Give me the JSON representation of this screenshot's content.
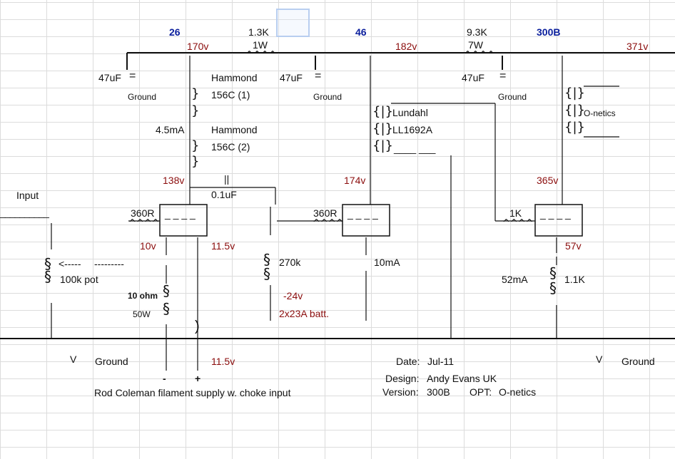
{
  "tubes": {
    "t1": "26",
    "t2": "46",
    "t3": "300B"
  },
  "supply": {
    "r1_value": "1.3K",
    "r1_watt": "1W",
    "r2_value": "9.3K",
    "r2_watt": "7W",
    "resistor_zigzag": "^^^^",
    "rail1": "170v",
    "rail2": "182v",
    "rail3": "371v",
    "caps": [
      "47uF",
      "47uF",
      "47uF"
    ],
    "cap_symbol": "=",
    "ground_small": "Ground"
  },
  "interstage1": {
    "brand1": "Hammond",
    "model1": "156C (1)",
    "brand2": "Hammond",
    "model2": "156C (2)",
    "current": "4.5mA",
    "brace": "}"
  },
  "interstage2": {
    "brand": "Lundahl",
    "model": "LL1692A",
    "brace": "{|}",
    "dashes": "____ ___"
  },
  "output": {
    "brand": "O-netics",
    "brace": "{|}"
  },
  "stage1": {
    "plate_v": "138v",
    "cathode_v": "10v",
    "grid_r": "360R",
    "heater_dashes": "_ _ _ _",
    "coupling_symbol": "||",
    "coupling": "0.1uF",
    "bias_v": "11.5v",
    "grid_leak": "270k",
    "bias_batt_v": "-24v",
    "batt": "2x23A batt.",
    "cathode_r": "10 ohm",
    "cathode_w": "50W"
  },
  "stage2": {
    "plate_v": "174v",
    "grid_r": "360R",
    "current": "10mA",
    "heater_dashes": "_ _ _ _"
  },
  "stage3": {
    "plate_v": "365v",
    "grid_r": "1K",
    "cathode_v": "57v",
    "current": "52mA",
    "cathode_r": "1.1K",
    "heater_dashes": "_ _ _ _"
  },
  "input": {
    "label": "Input",
    "pot": "100k pot",
    "arrow": "<-----",
    "dashes": "---------",
    "pot_symbol": "§",
    "underline": "__________"
  },
  "ground": {
    "label1": "Ground",
    "label2": "Ground",
    "arrow": "V"
  },
  "filament": {
    "label": "Rod Coleman filament supply w. choke input",
    "minus": "-",
    "plus": "+",
    "voltage": "11.5v",
    "choke": ")"
  },
  "info": {
    "date_label": "Date:",
    "date": "Jul-11",
    "design_label": "Design:",
    "design": "Andy Evans UK",
    "version_label": "Version:",
    "version": "300B",
    "opt_label": "OPT:",
    "opt": "O-netics"
  },
  "colors": {
    "voltage": "#8b0d0d",
    "tube_label": "#0a1e9c",
    "grid": "#dcdcdc"
  }
}
